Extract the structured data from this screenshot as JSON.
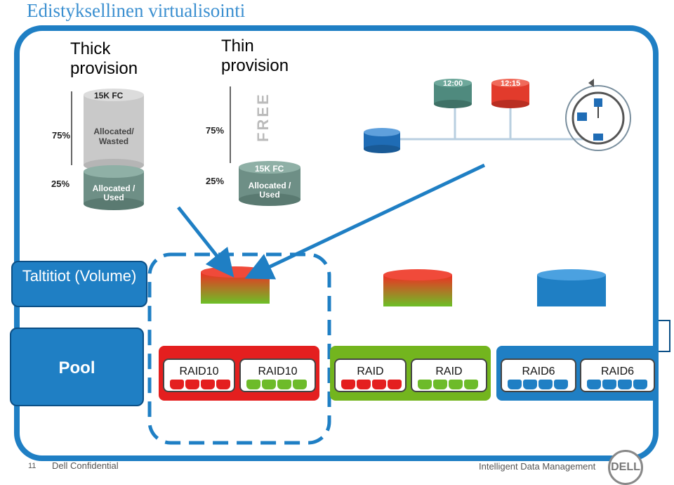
{
  "title": "Edistyksellinen virtualisointi",
  "thick": {
    "label": "Thick provision",
    "top_name": "15K FC",
    "top_pct": "75%",
    "top_text": "Allocated/ Wasted",
    "bottom_pct": "25%",
    "bottom_text": "Allocated / Used"
  },
  "thin": {
    "label": "Thin provision",
    "top_pct": "75%",
    "free_text": "FREE",
    "name": "15K FC",
    "bottom_pct": "25%",
    "bottom_text": "Allocated / Used"
  },
  "snapshots": {
    "time1": "12:00",
    "time2": "12:15"
  },
  "volumes_label": "Taltitiot (Volume)",
  "pool_label": "Pool",
  "pools": [
    {
      "color": "#e41f1f",
      "items": [
        {
          "label": "RAID10",
          "disk_color": "#e41f1f"
        },
        {
          "label": "RAID10",
          "disk_color": "#6dbb2a"
        }
      ]
    },
    {
      "color": "#73b51e",
      "items": [
        {
          "label": "RAID",
          "disk_color": "#e41f1f"
        },
        {
          "label": "RAID",
          "disk_color": "#6dbb2a"
        }
      ]
    },
    {
      "color": "#1f7fc4",
      "items": [
        {
          "label": "RAID6",
          "disk_color": "#1f7fc4"
        },
        {
          "label": "RAID6",
          "disk_color": "#1f7fc4"
        }
      ]
    }
  ],
  "footer": {
    "page": "11",
    "confidential": "Dell Confidential",
    "tagline": "Intelligent Data Management",
    "logo": "DELL"
  },
  "colors": {
    "accent": "#1f7fc4",
    "red": "#e41f1f",
    "green": "#6dbb2a"
  }
}
